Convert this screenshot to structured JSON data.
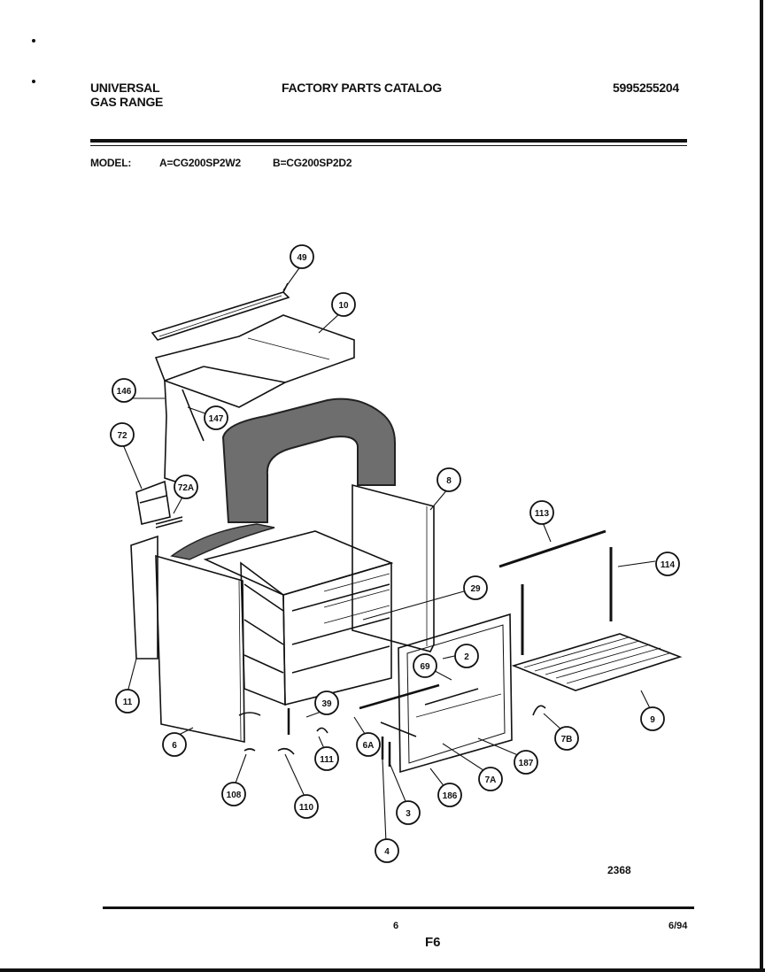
{
  "header": {
    "brand_line1": "UNIVERSAL",
    "brand_line2": "GAS RANGE",
    "catalog_title": "FACTORY PARTS CATALOG",
    "document_number": "5995255204"
  },
  "model": {
    "label": "MODEL:",
    "variant_a": "A=CG200SP2W2",
    "variant_b": "B=CG200SP2D2"
  },
  "callouts": [
    "49",
    "10",
    "146",
    "147",
    "72",
    "72A",
    "8",
    "113",
    "114",
    "29",
    "11",
    "6",
    "2",
    "69",
    "9",
    "7B",
    "39",
    "6A",
    "111",
    "187",
    "7A",
    "186",
    "3",
    "108",
    "110",
    "4"
  ],
  "footer": {
    "figure_code": "2368",
    "page_number": "6",
    "date": "6/94",
    "section_code": "F6"
  }
}
